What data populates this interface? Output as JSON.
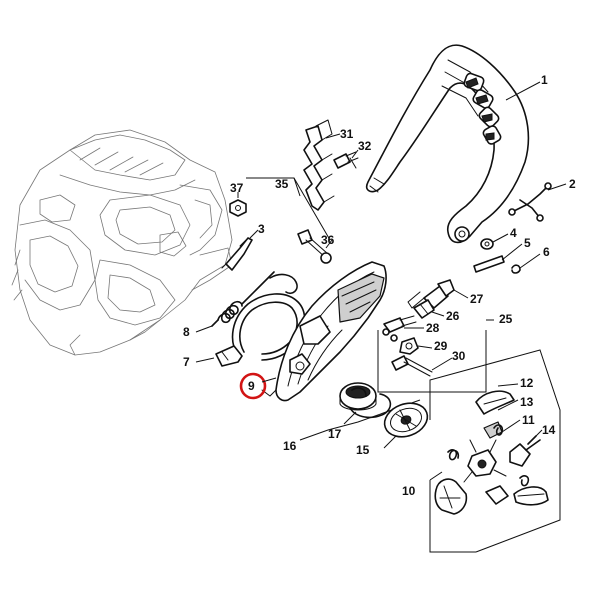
{
  "labels": {
    "p1": "1",
    "p2": "2",
    "p3": "3",
    "p4": "4",
    "p5": "5",
    "p6": "6",
    "p7": "7",
    "p8": "8",
    "p9": "9",
    "p10": "10",
    "p11": "11",
    "p12": "12",
    "p13": "13",
    "p14": "14",
    "p15": "15",
    "p16": "16",
    "p17": "17",
    "p25": "25",
    "p26": "26",
    "p27": "27",
    "p28": "28",
    "p29": "29",
    "p30": "30",
    "p31": "31",
    "p32": "32",
    "p35": "35",
    "p36": "36",
    "p37": "37"
  },
  "highlight": {
    "part": "9",
    "color": "#d21414"
  }
}
